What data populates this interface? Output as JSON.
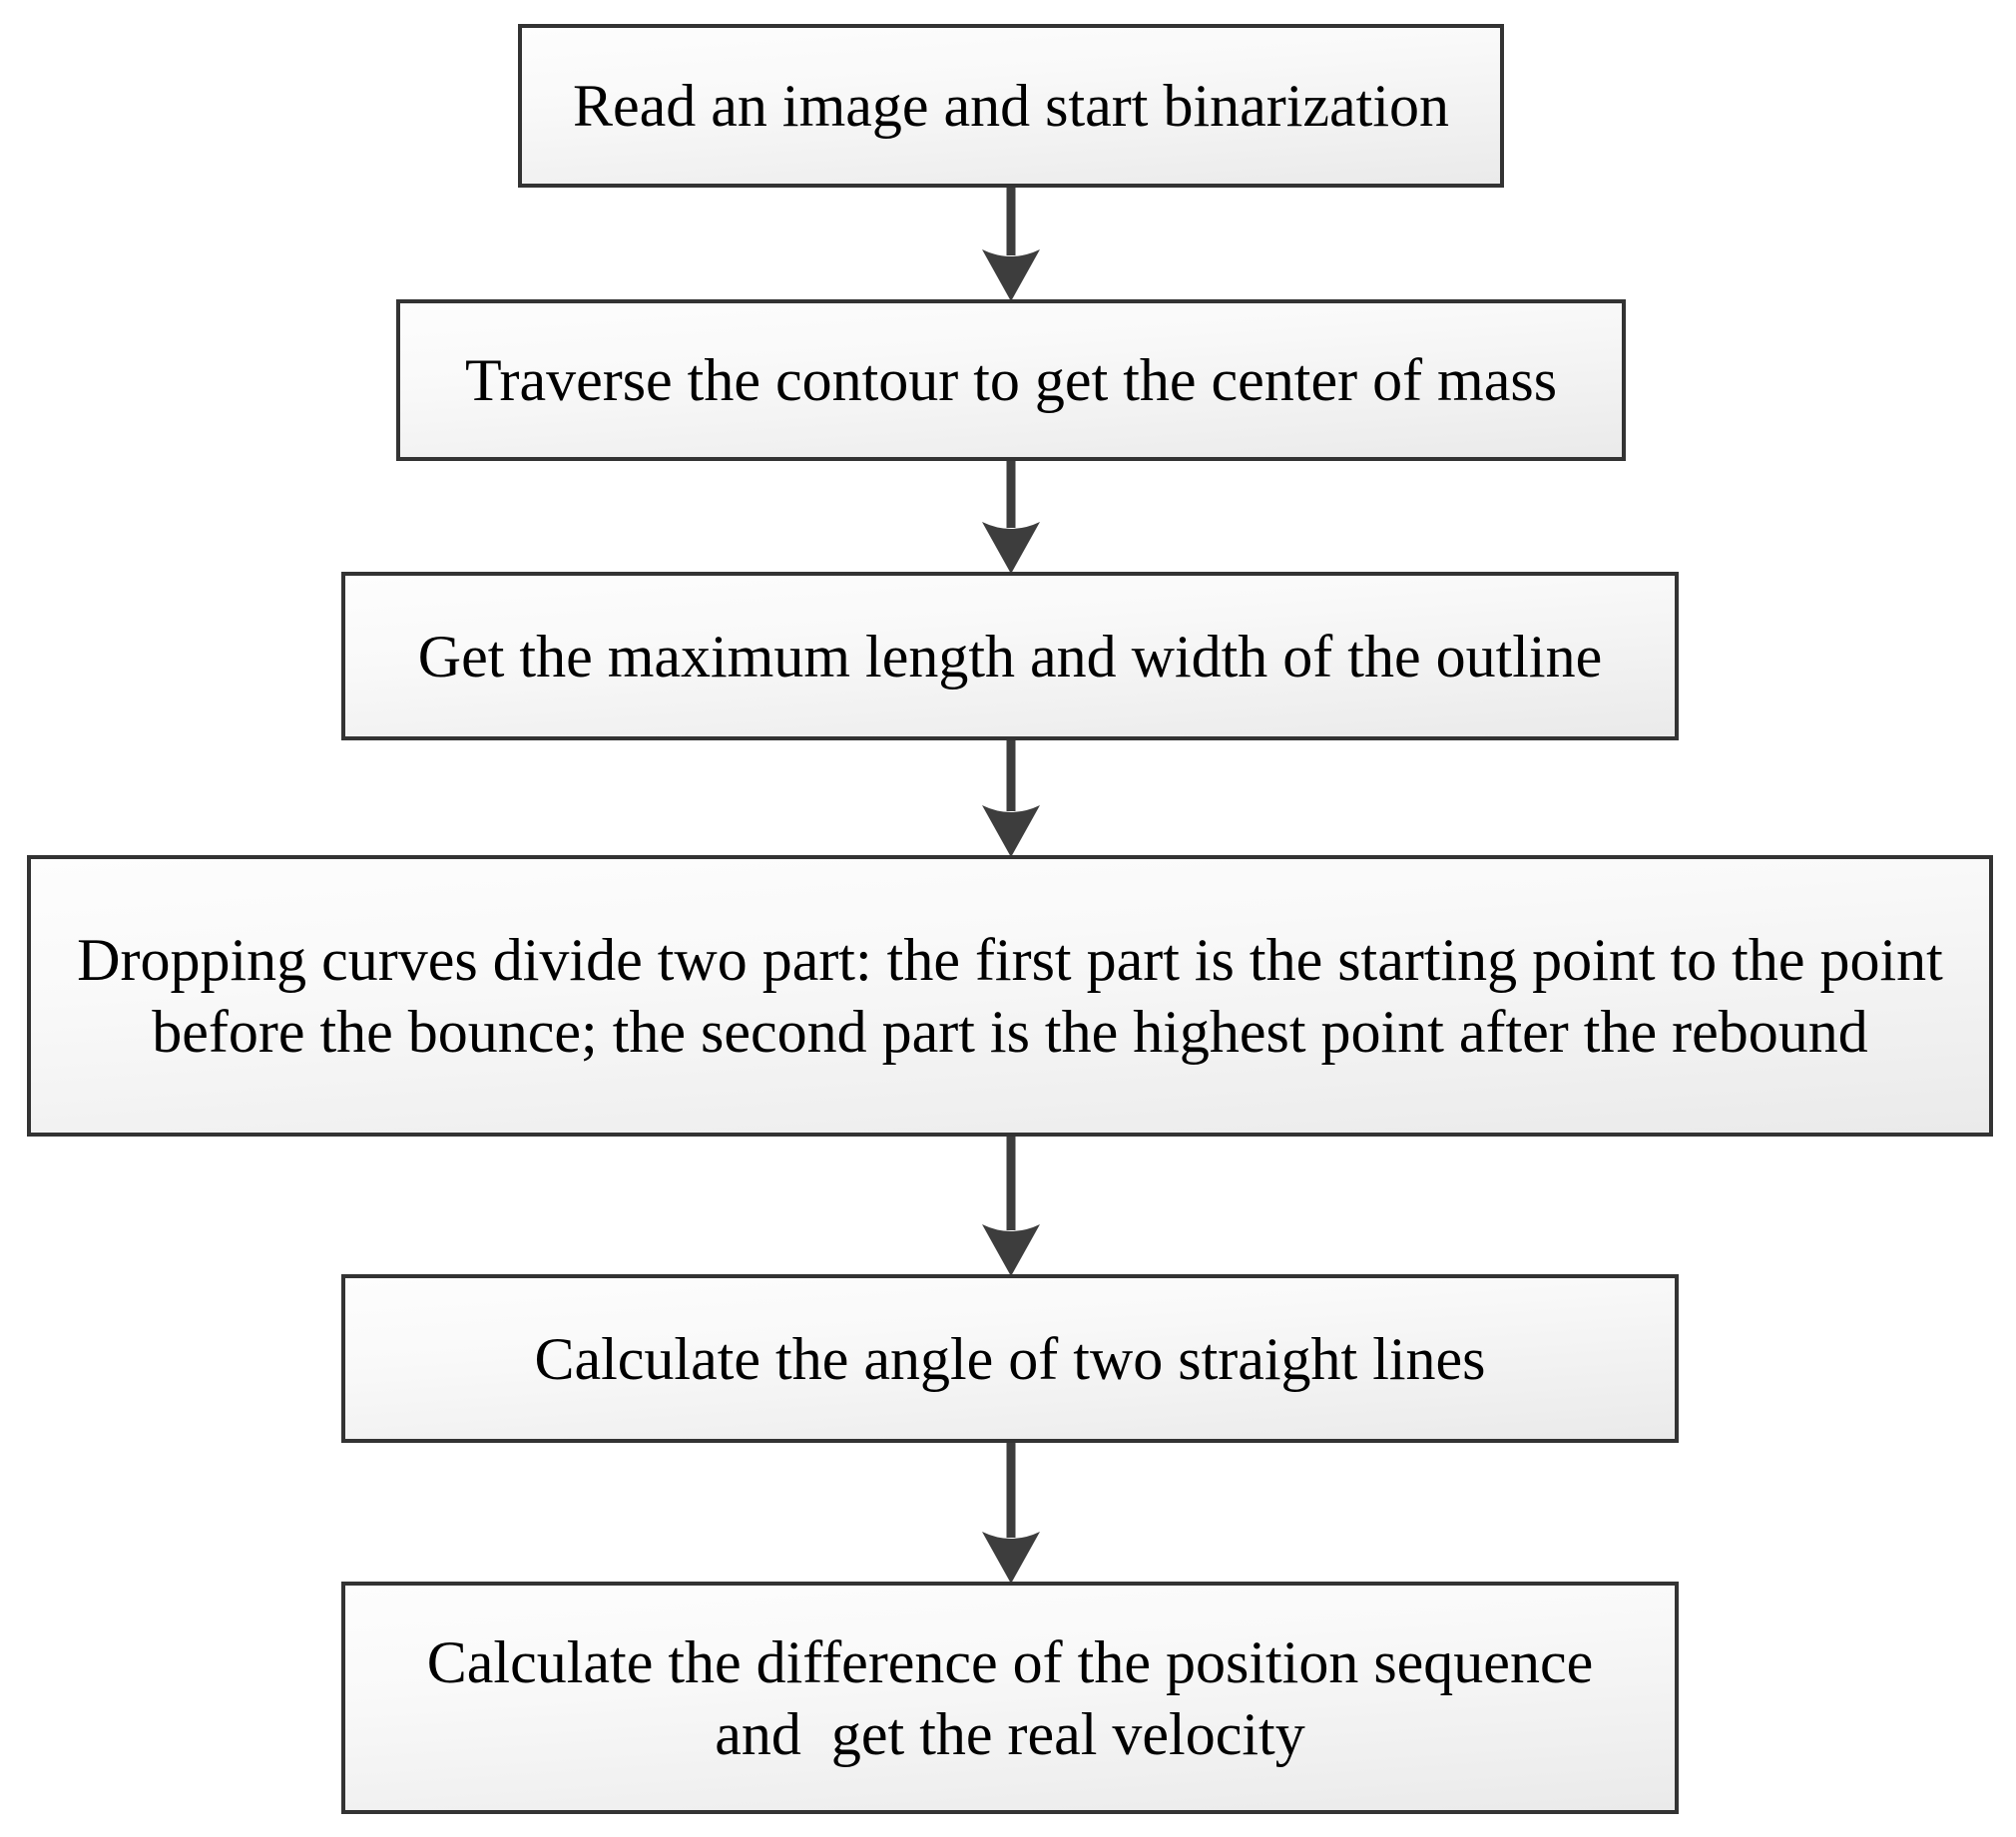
{
  "diagram": {
    "type": "flowchart",
    "direction": "top-down",
    "nodes": [
      {
        "id": "step-1",
        "text": "Read an image and start binarization"
      },
      {
        "id": "step-2",
        "text": "Traverse the contour to get the center of mass"
      },
      {
        "id": "step-3",
        "text": "Get the maximum length and width of the outline"
      },
      {
        "id": "step-4",
        "text": "Dropping curves divide two part: the first part is the starting point to the point\nbefore the bounce; the second part is the highest point after the rebound"
      },
      {
        "id": "step-5",
        "text": "Calculate the angle of two straight lines"
      },
      {
        "id": "step-6",
        "text": "Calculate the difference of the position sequence\nand  get the real velocity"
      }
    ],
    "edges": [
      {
        "from": "step-1",
        "to": "step-2"
      },
      {
        "from": "step-2",
        "to": "step-3"
      },
      {
        "from": "step-3",
        "to": "step-4"
      },
      {
        "from": "step-4",
        "to": "step-5"
      },
      {
        "from": "step-5",
        "to": "step-6"
      }
    ],
    "colors": {
      "box_border": "#333333",
      "box_fill_top": "#fdfdfd",
      "box_fill_bottom": "#eaeaea",
      "arrow": "#3d3d3d",
      "text": "#000000",
      "shadow_dots": "#c9c9c9",
      "background": "#ffffff"
    }
  }
}
